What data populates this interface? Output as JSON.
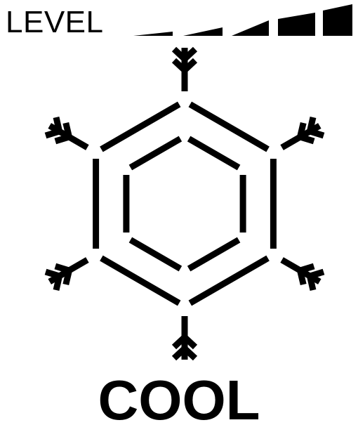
{
  "level": {
    "label": "LEVEL",
    "value": 5,
    "max": 5
  },
  "mode": {
    "label": "COOL",
    "icon": "snowflake-icon"
  },
  "colors": {
    "foreground": "#000000",
    "background": "#ffffff"
  }
}
